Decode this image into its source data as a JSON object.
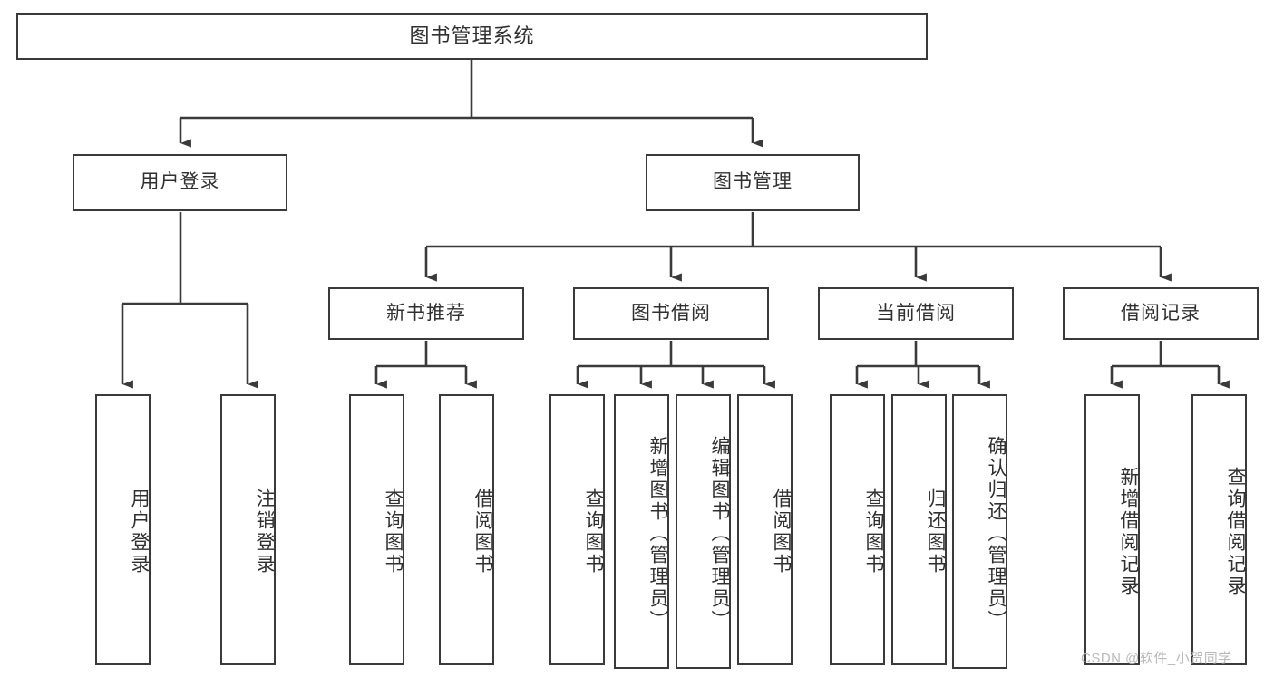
{
  "diagram": {
    "title": "图书管理系统",
    "type": "tree-hierarchy",
    "levels": {
      "root": {
        "label": "图书管理系统"
      },
      "level2": [
        {
          "label": "用户登录"
        },
        {
          "label": "图书管理"
        }
      ],
      "level3": [
        {
          "label": "新书推荐"
        },
        {
          "label": "图书借阅"
        },
        {
          "label": "当前借阅"
        },
        {
          "label": "借阅记录"
        }
      ],
      "leaves": {
        "user_login": [
          {
            "label": "用户登录"
          },
          {
            "label": "注销登录"
          }
        ],
        "new_book_recommend": [
          {
            "label": "查询图书"
          },
          {
            "label": "借阅图书"
          }
        ],
        "book_borrow": [
          {
            "label": "查询图书"
          },
          {
            "label": "新增图书（管理员）"
          },
          {
            "label": "编辑图书（管理员）"
          },
          {
            "label": "借阅图书"
          }
        ],
        "current_borrow": [
          {
            "label": "查询图书"
          },
          {
            "label": "归还图书"
          },
          {
            "label": "确认归还（管理员）"
          }
        ],
        "borrow_record": [
          {
            "label": "新增借阅记录"
          },
          {
            "label": "查询借阅记录"
          }
        ]
      }
    },
    "colors": {
      "stroke": "#3a3a3a",
      "box_fill": "#ffffff",
      "text": "#303030",
      "background": "#ffffff",
      "watermark": "#b9b9b9"
    }
  },
  "watermark": {
    "text": "CSDN @软件_小贺同学"
  }
}
